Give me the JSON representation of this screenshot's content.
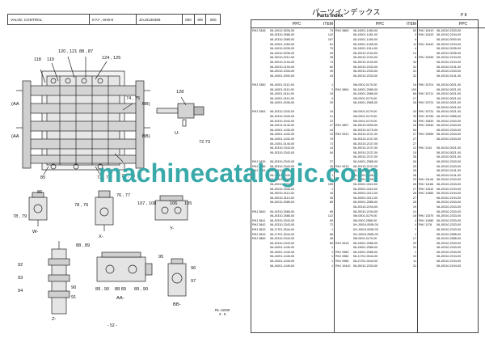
{
  "header": {
    "part_name": "VALVE; CONTROL",
    "part_code": "X'A7 ; SH8-6",
    "drawing_no": "ZAJ3130469",
    "c4": "000",
    "c5": "8/8",
    "c6": "000"
  },
  "right": {
    "title": "パーツインデックス",
    "subtitle": "Parts index",
    "page": "P 8",
    "col_model": "",
    "col_ppc": "PPC",
    "col_item": "ITEM"
  },
  "diagram": {
    "callouts": [
      {
        "id": "c-120",
        "t": "120 , 121"
      },
      {
        "id": "c-88",
        "t": "88 , 87"
      },
      {
        "id": "c-124",
        "t": "124 , 125"
      },
      {
        "id": "c-118",
        "t": "118"
      },
      {
        "id": "c-119",
        "t": "119"
      },
      {
        "id": "c-74a",
        "t": "74 , 75"
      },
      {
        "id": "c-128",
        "t": "128"
      },
      {
        "id": "c-74b",
        "t": "74 , 75"
      },
      {
        "id": "c-85",
        "t": "85"
      },
      {
        "id": "c-72a",
        "t": "72 , 73"
      },
      {
        "id": "c-72b",
        "t": "72 73"
      },
      {
        "id": "c-76",
        "t": "76 , 77"
      },
      {
        "id": "c-86",
        "t": "86"
      },
      {
        "id": "c-107",
        "t": "107 , 108"
      },
      {
        "id": "c-106",
        "t": "106"
      },
      {
        "id": "c-105",
        "t": "105"
      },
      {
        "id": "c-78",
        "t": "78 , 79"
      },
      {
        "id": "c-7879",
        "t": "78 , 79"
      },
      {
        "id": "c-92",
        "t": "92"
      },
      {
        "id": "c-93",
        "t": "93"
      },
      {
        "id": "c-94",
        "t": "94"
      },
      {
        "id": "c-90",
        "t": "90"
      },
      {
        "id": "c-91",
        "t": "91"
      },
      {
        "id": "c-88b",
        "t": "88 , 89"
      },
      {
        "id": "c-8990",
        "t": "89 , 90"
      },
      {
        "id": "c-8889",
        "t": "88 89"
      },
      {
        "id": "c-8890",
        "t": "89 , 90"
      },
      {
        "id": "c-95",
        "t": "95"
      },
      {
        "id": "c-96",
        "t": "96"
      },
      {
        "id": "c-97",
        "t": "97"
      }
    ],
    "views": [
      {
        "id": "v-aa1",
        "t": "(AA"
      },
      {
        "id": "v-bb1",
        "t": "BB)"
      },
      {
        "id": "v-aa2",
        "t": "(AA"
      },
      {
        "id": "v-bb2",
        "t": "BB)"
      },
      {
        "id": "v-u",
        "t": "U-"
      },
      {
        "id": "v-w",
        "t": "W-"
      },
      {
        "id": "v-x",
        "t": "X-"
      },
      {
        "id": "v-y",
        "t": "Y-"
      },
      {
        "id": "v-z",
        "t": "Z-"
      },
      {
        "id": "v-aa3",
        "t": "AA-"
      },
      {
        "id": "v-bb3",
        "t": "BB-"
      }
    ],
    "page_number": "- 52 -",
    "ref_line1": "RL-J1030",
    "ref_line2": "3 - 5"
  },
  "table": {
    "columns": [
      [
        [
          "RHJ 3348",
          "08-J4012-0530-00",
          "75"
        ],
        [
          "",
          "08-J0310-2585-00",
          "142"
        ],
        [
          "",
          "08-J0310-2585-00",
          "167"
        ],
        [
          "",
          "08-J4001-1450-00",
          "81"
        ],
        [
          "",
          "08-J4010-0035-00",
          "75"
        ],
        [
          "",
          "08-J4010-0035-00",
          "26"
        ],
        [
          "",
          "08-J0010-0212-00",
          "28"
        ],
        [
          "",
          "08-J0010-2194-00",
          "74"
        ],
        [
          "",
          "08-J0010-2194-00",
          "82"
        ],
        [
          "",
          "08-J0010-2333-00",
          "49"
        ],
        [
          "",
          "08-J4001-2000-00",
          "43"
        ],
        [
          "",
          "",
          ""
        ],
        [
          "RHJ 3350",
          "08-J4001-0110-00",
          "1"
        ],
        [
          "",
          "08-J4001-0110-00",
          "2"
        ],
        [
          "",
          "08-J4001-0110-00",
          "15"
        ],
        [
          "",
          "08-J4001-0110-00",
          "4"
        ],
        [
          "",
          "08-J4001-0035-00",
          "20"
        ],
        [
          "",
          "",
          ""
        ],
        [
          "RHJ 3363",
          "08-J0310-2343-00",
          "19"
        ],
        [
          "",
          "08-J0310-2343-00",
          "21"
        ],
        [
          "",
          "08-J0310-2343-00",
          "22"
        ],
        [
          "",
          "08-J4012-0140-00",
          "27"
        ],
        [
          "",
          "08-J4001-1430-00",
          "44"
        ],
        [
          "",
          "08-J4001-1432-00",
          "13"
        ],
        [
          "",
          "08-J4001-1432-00",
          "75"
        ],
        [
          "",
          "08-J1001-0140-00",
          "71"
        ],
        [
          "",
          "08-J0310-2343-00",
          "14"
        ],
        [
          "",
          "08-J0310-2343-00",
          "54"
        ],
        [
          "",
          "",
          ""
        ],
        [
          "RHJ 3439",
          "08-J0310-2343-00",
          "27"
        ],
        [
          "RHJ 3586",
          "08-J0310-2343-00",
          "26"
        ],
        [
          "RHJ 3626",
          "08-J0310-2343-00",
          "28"
        ],
        [
          "",
          "08-J4001-2343-00",
          "1"
        ],
        [
          "",
          "08-J4001-2343-00",
          "1"
        ],
        [
          "",
          "08-J0010-0000-00",
          "155"
        ],
        [
          "",
          "08-J0010-2343-00",
          "1"
        ],
        [
          "",
          "08-J0010-3113-00",
          "34"
        ],
        [
          "",
          "08-J0010-3113-00",
          "35"
        ],
        [
          "",
          "08-J0010-2585-00",
          "85"
        ],
        [
          "",
          "",
          ""
        ],
        [
          "RHJ 3640",
          "08-J0310-2585-00",
          "69"
        ],
        [
          "",
          "08-J0310-2585-00",
          "122"
        ],
        [
          "RHJ 3641",
          "08-J0310-2343-00",
          "69"
        ],
        [
          "RHJ 3642",
          "08-J0310-2343-00",
          "72"
        ],
        [
          "RHJ 3815",
          "08-J1701-3044-00",
          "1"
        ],
        [
          "RHJ 3816",
          "08-J1701-3044-00",
          "86"
        ],
        [
          "RHJ 3869",
          "08-J0310-2343-00",
          "28"
        ],
        [
          "",
          "08-J0310-2343-00",
          "69"
        ],
        [
          "",
          "08-J4001-1440-00",
          "1"
        ],
        [
          "",
          "08-J4001-1440-00",
          "1"
        ],
        [
          "",
          "08-J4001-1440-00",
          "1"
        ],
        [
          "",
          "08-J4001-1440-00",
          "1"
        ],
        [
          "",
          "08-J4001-1449-00",
          "1"
        ]
      ],
      [
        [
          "RHJ 0869",
          "08-J4001-1450-00",
          "53"
        ],
        [
          "",
          "08-J4001-1451-00",
          "3"
        ],
        [
          "",
          "08-J4001-1450-00",
          "4"
        ],
        [
          "",
          "08-J4001-1459-00",
          "11"
        ],
        [
          "",
          "08-J4001-1514-00",
          "4"
        ],
        [
          "",
          "08-J0010-2194-00",
          "13"
        ],
        [
          "",
          "08-J0010-2194-00",
          "6"
        ],
        [
          "",
          "08-J0010-2194-00",
          "33"
        ],
        [
          "",
          "08-J0010-2333-00",
          "31"
        ],
        [
          "",
          "08-J0010-2333-00",
          "31"
        ],
        [
          "",
          "08-J0010-2333-00",
          "32"
        ],
        [
          "",
          "",
          ""
        ],
        [
          "",
          "0M-0001-0179-00",
          "16"
        ],
        [
          "RHJ 0894",
          "08-J4001-2585-00",
          "100"
        ],
        [
          "",
          "08-J4001-2585-00",
          "69"
        ],
        [
          "",
          "0M-0001-0179-00",
          "17"
        ],
        [
          "",
          "08-J4001-2585-00",
          "26"
        ],
        [
          "",
          "",
          ""
        ],
        [
          "",
          "0M-0001-0179-00",
          "34"
        ],
        [
          "",
          "0M-0001-0179-00",
          "33"
        ],
        [
          "",
          "0M-0001-0179-00",
          "35"
        ],
        [
          "RHJ 0897",
          "08-J9010-0009-00",
          "16"
        ],
        [
          "",
          "08-J0310-0179-00",
          "54"
        ],
        [
          "RHJ 0912",
          "08-J0310-2137-00",
          "27"
        ],
        [
          "",
          "08-J0310-2137-00",
          "27"
        ],
        [
          "",
          "08-J0310-2137-00",
          "27"
        ],
        [
          "",
          "08-J0010-2137-00",
          "12"
        ],
        [
          "",
          "08-J0010-2137-00",
          "15"
        ],
        [
          "",
          "08-J0010-2137-00",
          "35"
        ],
        [
          "",
          "08-J4001-2585-00",
          "26"
        ],
        [
          "RHJ 0913",
          "08-J0310-2137-00",
          "25"
        ],
        [
          "",
          "08-J0310-2137-00",
          "25"
        ],
        [
          "",
          "08-J0001-0006-00",
          "36"
        ],
        [
          "",
          "08-J0001-0006-00",
          "23"
        ],
        [
          "",
          "08-J0001-0115-00",
          "26"
        ],
        [
          "",
          "08-J0001-0115-00",
          "27"
        ],
        [
          "",
          "08-J0001-0212-00",
          "28"
        ],
        [
          "",
          "08-J0001-0212-00",
          "27"
        ],
        [
          "",
          "08-J0001-2585-00",
          "28"
        ],
        [
          "",
          "08-J0310-2194-00",
          "19"
        ],
        [
          "",
          "08-J0010-2194-00",
          "14"
        ],
        [
          "",
          "0M-0001-0179-00",
          "18"
        ],
        [
          "",
          "0M-0001-2585-00",
          "4"
        ],
        [
          "",
          "0H-J0010-0095-00",
          "4"
        ],
        [
          "",
          "0H-J0010-0095-00",
          "7"
        ],
        [
          "",
          "0H-J0010-2585-00",
          "1"
        ],
        [
          "",
          "0M-0001-0179-00",
          "17"
        ],
        [
          "RHJ 0915",
          "08-J4001-2585-00",
          "29"
        ],
        [
          "",
          "08-J4001-2585-00",
          "31"
        ],
        [
          "RHJ 0983",
          "08-J4001-2585-00",
          "1"
        ],
        [
          "RHJ 0984",
          "08-J1701-0044-00",
          "15"
        ],
        [
          "RHJ 0985",
          "08-J1701-0044-00",
          "11"
        ],
        [
          "RHJ 10410",
          "08-J0010-2333-00",
          "31"
        ]
      ],
      [
        [
          "RHJ 10410",
          "08-J0310-2333-00",
          "8"
        ],
        [
          "RHJ 10420",
          "08-J0310-2194-00",
          "9"
        ],
        [
          "",
          "08-J0010-0000-00",
          "4"
        ],
        [
          "RHJ 10440",
          "08-J0010-2194-00",
          "3"
        ],
        [
          "",
          "08-J0010-0035-00",
          "6"
        ],
        [
          "",
          "08-J0010-0035-00",
          "7"
        ],
        [
          "RHJ 10450",
          "08-J0310-2194-00",
          "10"
        ],
        [
          "",
          "08-J0310-2194-00",
          "11"
        ],
        [
          "",
          "08-J0310-0141-00",
          "33"
        ],
        [
          "",
          "08-J0310-2333-00",
          "35"
        ],
        [
          "",
          "08-J0310-0141-00",
          "35"
        ],
        [
          "",
          "",
          ""
        ],
        [
          "RHJ 10701",
          "08-J0010-0021-00",
          "35"
        ],
        [
          "",
          "08-J0010-0021-00",
          "35"
        ],
        [
          "RHJ 10711",
          "08-J0010-0021-00",
          "35"
        ],
        [
          "",
          "08-J0010-0021-00",
          "38"
        ],
        [
          "RHJ 10721",
          "08-J0010-0021-00",
          "35"
        ],
        [
          "",
          "08-J0010-0021-00",
          "38"
        ],
        [
          "RHJ 10731",
          "08-J0010-0021-00",
          "35"
        ],
        [
          "RHJ 10780",
          "08-J0310-2585-00",
          "35"
        ],
        [
          "RHJ 10830",
          "08-J0310-2343-00",
          "46"
        ],
        [
          "RHJ 10940",
          "08-J0310-2343-00",
          "26"
        ],
        [
          "",
          "08-J0310-2343-00",
          "32"
        ],
        [
          "RHJ 10950",
          "08-J0310-2343-00",
          "26"
        ],
        [
          "",
          "08-J0310-2343-00",
          "27"
        ],
        [
          "",
          "",
          ""
        ],
        [
          "RHJ 1134",
          "08-J0310-0021-00",
          "35"
        ],
        [
          "",
          "08-J0310-0021-00",
          "36"
        ],
        [
          "",
          "08-J0310-0021-00",
          "37"
        ],
        [
          "",
          "08-J0310-2343-00",
          "31"
        ],
        [
          "",
          "08-J0310-2343-00",
          "32"
        ],
        [
          "",
          "08-J0310-0141-00",
          "51"
        ],
        [
          "",
          "08-J0310-0141-00",
          "50"
        ],
        [
          "RHJ 11146",
          "08-J0310-2343-00",
          "34"
        ],
        [
          "RHJ 11166",
          "08-J0310-2343-00",
          "35"
        ],
        [
          "RHJ 11510",
          "08-J0310-2194-00",
          "48"
        ],
        [
          "RHJ 11560",
          "08-J0310-2194-00",
          "48"
        ],
        [
          "",
          "08-J0310-2194-00",
          "49"
        ],
        [
          "",
          "08-J0310-2343-00",
          "49"
        ],
        [
          "",
          "08-J0310-2343-00",
          "50"
        ],
        [
          "",
          "08-J0010-2333-00",
          "18"
        ],
        [
          "RHJ 11570",
          "08-J0010-2333-00",
          "155"
        ],
        [
          "RHJ 11580",
          "08-J0010-2333-00",
          "145"
        ],
        [
          "RHJ 1178",
          "08-J0010-2333-00",
          "145"
        ],
        [
          "",
          "08-J0010-2343-00",
          "12"
        ],
        [
          "",
          "08-J0310-2585-00",
          "155"
        ],
        [
          "",
          "08-J0310-2585-00",
          "150"
        ],
        [
          "",
          "08-J0310-2343-00",
          "3"
        ],
        [
          "",
          "08-J0310-2343-00",
          "35"
        ],
        [
          "",
          "08-J0310-2343-00",
          "4"
        ],
        [
          "",
          "08-J0010-2194-00",
          "5"
        ],
        [
          "",
          "08-J0010-2194-00",
          "6"
        ],
        [
          "",
          "08-J0010-2194-00",
          "7"
        ]
      ]
    ]
  },
  "watermark": "machinecatalogic.com"
}
